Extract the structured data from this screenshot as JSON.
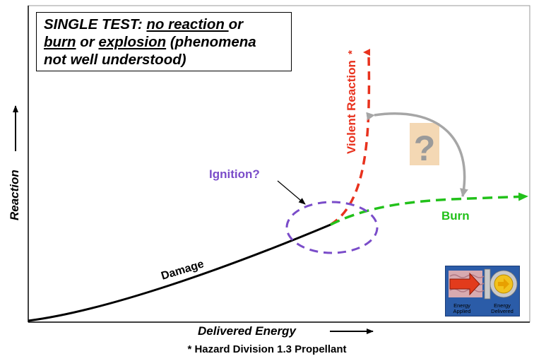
{
  "callout": {
    "line1_a": "SINGLE TEST: ",
    "line1_b": "no reaction ",
    "line1_c": "or",
    "line2_a": "burn",
    "line2_b": " or ",
    "line2_c": "explosion",
    "line2_d": " (phenomena",
    "line3": "not well understood)"
  },
  "axes": {
    "x_label": "Delivered Energy",
    "y_label": "Reaction"
  },
  "annotations": {
    "damage": "Damage",
    "ignition": "Ignition?",
    "violent_reaction": "Violent Reaction",
    "asterisk": "*",
    "burn": "Burn",
    "question": "?"
  },
  "legend": {
    "applied": "Energy Applied",
    "delivered": "Energy Delivered"
  },
  "footnote": "* Hazard Division 1.3 Propellant",
  "colors": {
    "damage_curve": "#000000",
    "violent_reaction": "#e8321e",
    "burn": "#22c11a",
    "ignition_ellipse": "#7a4cc9",
    "ignition_text": "#7a4cc9",
    "double_arrow": "#a6a6a6",
    "question_bg": "#f4d8b4"
  }
}
